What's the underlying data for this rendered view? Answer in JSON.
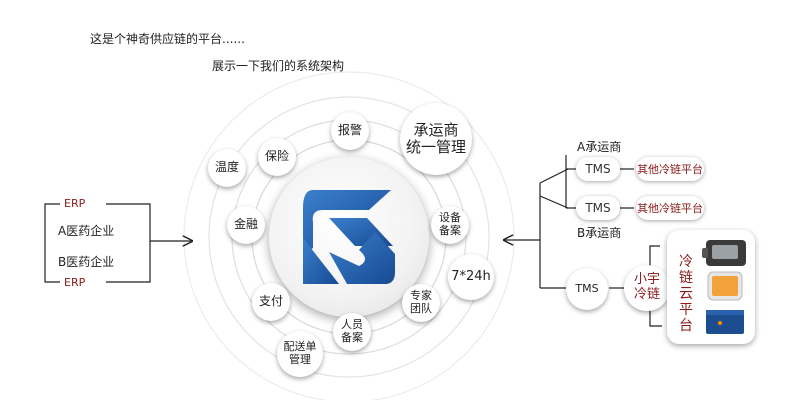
{
  "header": {
    "line1": "这是个神奇供应链的平台......",
    "line2": "展示一下我们的系统架构"
  },
  "left": {
    "erp_top": "ERP",
    "company_a": "A医药企业",
    "company_b": "B医药企业",
    "erp_bottom": "ERP"
  },
  "hub": {
    "bubbles": {
      "alarm": "报警",
      "carrier_mgmt": "承运商\n统一管理",
      "temperature": "温度",
      "insurance": "保险",
      "finance": "金融",
      "equipment": "设备\n备案",
      "service": "7*24h",
      "experts": "专家\n团队",
      "payment": "支付",
      "personnel": "人员\n备案",
      "delivery": "配送单\n管理"
    }
  },
  "right": {
    "carrier_a": "A承运商",
    "carrier_b": "B承运商",
    "tms_1": "TMS",
    "tms_2": "TMS",
    "tms_3": "TMS",
    "platform_1": "其他冷链平台",
    "platform_2": "其他冷链平台",
    "xiaoyu": "小宇\n冷链",
    "cloud": "冷链云平台"
  },
  "colors": {
    "accent_red": "#8b1a1a",
    "logo_blue": "#1f5aa6",
    "line": "#222222"
  }
}
